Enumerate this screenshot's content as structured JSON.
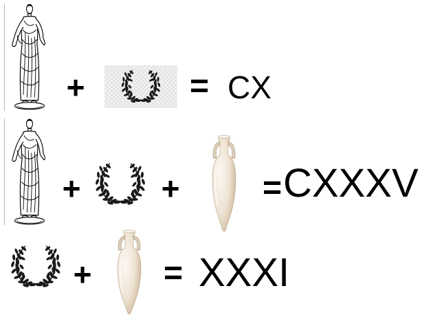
{
  "icons": {
    "man": "toga-man-icon",
    "wreath": "laurel-wreath-icon",
    "jar": "amphora-icon"
  },
  "colors": {
    "wreath": "#1a1a1a",
    "amphora": "#efe4d4",
    "text": "#000000"
  },
  "equations": [
    {
      "terms": [
        "toga-man",
        "laurel-wreath"
      ],
      "operators": [
        "+",
        "="
      ],
      "result": "CX"
    },
    {
      "terms": [
        "toga-man",
        "laurel-wreath",
        "amphora"
      ],
      "operators": [
        "+",
        "+",
        "="
      ],
      "result": "CXXXV"
    },
    {
      "terms": [
        "laurel-wreath",
        "amphora"
      ],
      "operators": [
        "+",
        "="
      ],
      "result": "XXXI"
    }
  ]
}
